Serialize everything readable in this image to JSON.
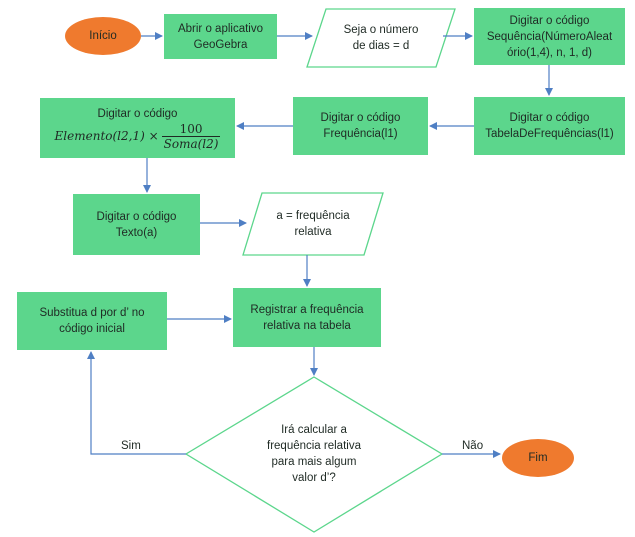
{
  "colors": {
    "process_fill": "#5cd68c",
    "terminal_fill": "#ef7a2e",
    "data_fill": "#ffffff",
    "stroke": "#5cd68c",
    "arrow": "#4f7fc4"
  },
  "nodes": {
    "inicio": "Início",
    "abrir": [
      "Abrir o aplicativo",
      "GeoGebra"
    ],
    "seja": [
      "Seja o número",
      "de dias = d"
    ],
    "sequencia": [
      "Digitar o código",
      "Sequência(NúmeroAleat",
      "ório(1,4), n, 1, d)"
    ],
    "tabela": [
      "Digitar o código",
      "TabelaDeFrequências(l1)"
    ],
    "frequencia": [
      "Digitar o código",
      "Frequência(l1)"
    ],
    "elemento": {
      "line1": "Digitar o código",
      "expr": "Elemento(l2,1) ×",
      "numerator": "100",
      "denominator": "Soma(l2)"
    },
    "texto": [
      "Digitar o código",
      "Texto(a)"
    ],
    "freq_rel": [
      "a = frequência",
      "relativa"
    ],
    "registrar": [
      "Registrar a frequência",
      "relativa na tabela"
    ],
    "substitua": [
      "Substitua d por d’ no",
      "código inicial"
    ],
    "decisao": [
      "Irá calcular a",
      "frequência relativa",
      "para mais algum",
      "valor d’?"
    ],
    "fim": "Fim"
  },
  "edge_labels": {
    "sim": "Sim",
    "nao": "Não"
  }
}
